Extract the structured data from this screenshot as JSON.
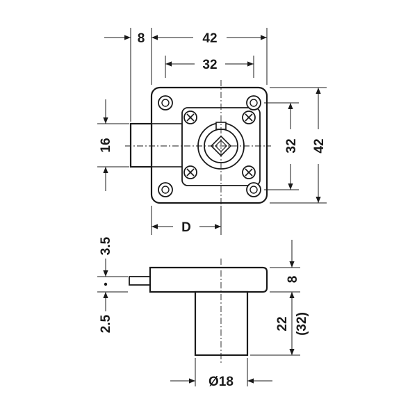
{
  "dimensions": {
    "overall_width": "42",
    "bolt_offset": "8",
    "screw_spacing_h": "32",
    "bolt_height": "16",
    "screw_spacing_v": "32",
    "overall_height": "42",
    "backset": "D",
    "bolt_top_gap": "3.5",
    "bolt_bottom_gap": "2.5",
    "flange_thickness": "8",
    "cylinder_length": "22",
    "cylinder_length_alt": "(32)",
    "cylinder_diameter": "Ø18"
  }
}
